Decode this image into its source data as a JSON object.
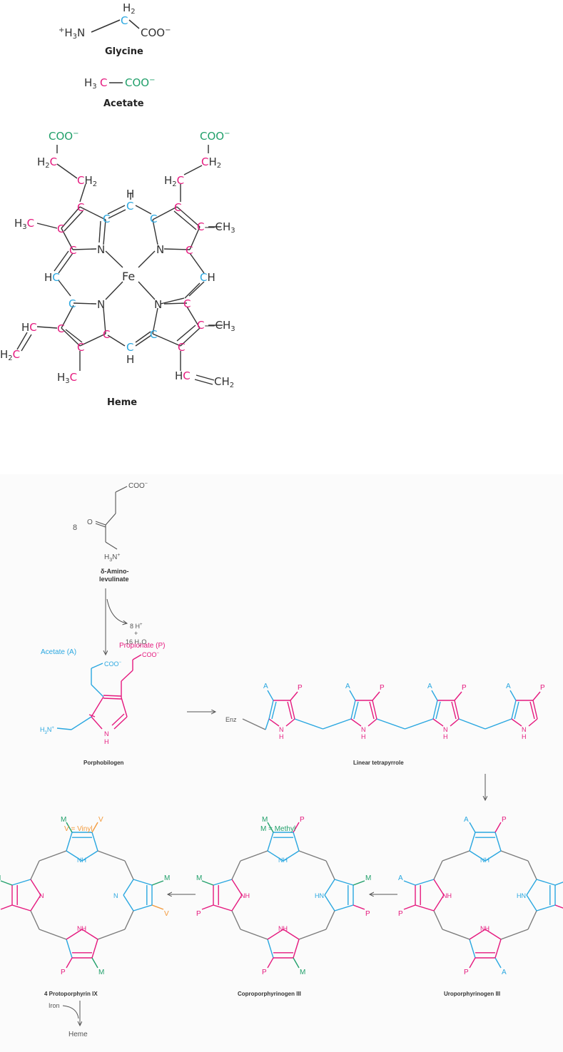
{
  "colors": {
    "magenta": "#e5197e",
    "cyan": "#2aa7e0",
    "green": "#22a06b",
    "orange": "#f39a3c",
    "black": "#333333",
    "grey": "#7b7b7b"
  },
  "top": {
    "glycine": {
      "h2": "H",
      "h2sub": "2",
      "c": "C",
      "nh3": "H",
      "coo": "COO",
      "name": "Glycine"
    },
    "acetate": {
      "h3": "H",
      "c": "C",
      "coo": "COO",
      "name": "Acetate"
    },
    "heme": {
      "coo_left": "COO",
      "coo_right": "COO",
      "fe": "Fe",
      "name": "Heme",
      "ch3": "CH",
      "h3c": "H",
      "h": "H",
      "n": "N"
    }
  },
  "pathway": {
    "ala": {
      "count": "8",
      "coo": "COO",
      "o": "O",
      "nh3": "H",
      "name1": "δ-Amino-",
      "name2": "levulinate"
    },
    "arrow1": {
      "line1": "8 H",
      "line1sup": "+",
      "line2": "+",
      "line3": "16 H",
      "line3sub": "2",
      "line3end": "O"
    },
    "pbg": {
      "acetate": "Acetate (A)",
      "propionate": "Propionate (P)",
      "coo": "COO",
      "nh3": "H",
      "nh": "NH",
      "n": "N",
      "h": "H",
      "name": "Porphobilogen"
    },
    "tetrapyrrole": {
      "enz": "Enz",
      "a": "A",
      "p": "P",
      "n": "N",
      "h": "H",
      "name": "Linear tetrapyrrole"
    },
    "uro": {
      "name": "Uroporphyrinogen III",
      "a": "A",
      "p": "P"
    },
    "copro": {
      "name": "Coproporphyrinogen III",
      "legend": "M = Methyl",
      "m": "M",
      "p": "P"
    },
    "proto": {
      "name": "4 Protoporphyrin IX",
      "legend": "V = Vinyl",
      "m": "M",
      "p": "P",
      "v": "V"
    },
    "iron": {
      "label": "Iron",
      "product": "Heme"
    },
    "nh": "NH",
    "hn": "HN",
    "n": "N",
    "h": "H"
  }
}
